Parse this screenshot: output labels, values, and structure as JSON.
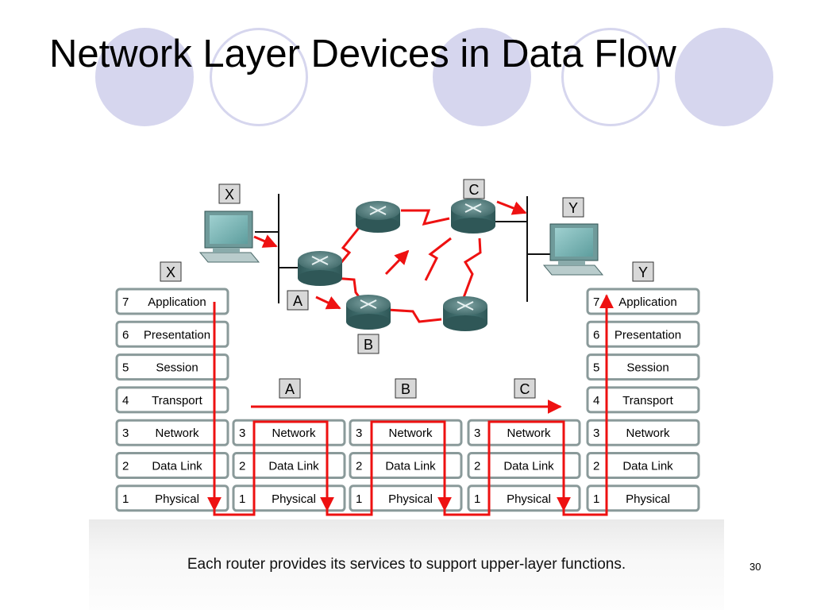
{
  "slide": {
    "title": "Network Layer Devices in Data Flow",
    "caption": "Each router provides its services to support upper-layer functions.",
    "page_number": "30"
  },
  "diagram": {
    "host_labels": {
      "x_top": "X",
      "x_stack": "X",
      "y_top": "Y",
      "y_stack": "Y"
    },
    "router_labels": {
      "a": "A",
      "b": "B",
      "c": "C"
    },
    "path_labels": {
      "a": "A",
      "b": "B",
      "c": "C"
    },
    "end_stack": [
      {
        "num": "7",
        "name": "Application"
      },
      {
        "num": "6",
        "name": "Presentation"
      },
      {
        "num": "5",
        "name": "Session"
      },
      {
        "num": "4",
        "name": "Transport"
      },
      {
        "num": "3",
        "name": "Network"
      },
      {
        "num": "2",
        "name": "Data Link"
      },
      {
        "num": "1",
        "name": "Physical"
      }
    ],
    "router_stack": [
      {
        "num": "3",
        "name": "Network"
      },
      {
        "num": "2",
        "name": "Data Link"
      },
      {
        "num": "1",
        "name": "Physical"
      }
    ]
  },
  "colors": {
    "flow": "#ee1111",
    "router": "#3f6f6f",
    "layer_border": "#8a9a9a",
    "label_bg": "#d8d8d8",
    "circle": "#d6d6ee"
  }
}
